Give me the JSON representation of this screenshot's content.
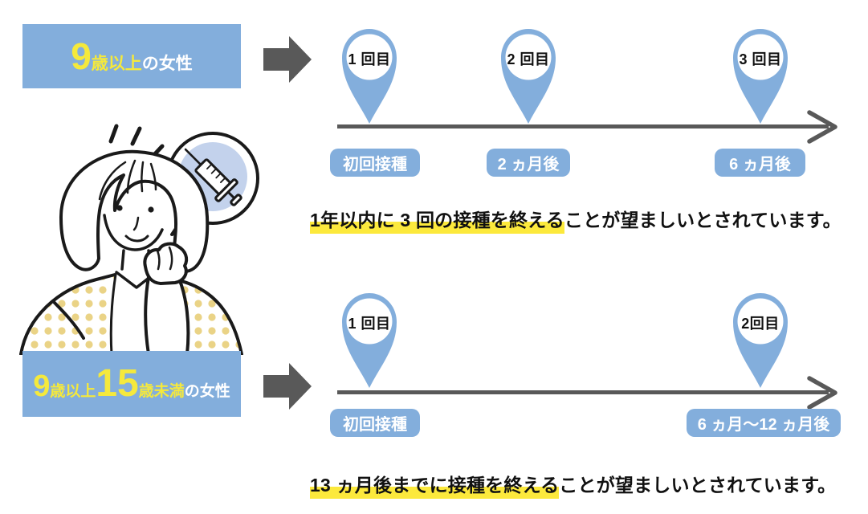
{
  "colors": {
    "accent_blue": "#83AEDC",
    "bubble_blue": "#C3D2EC",
    "label_yellow": "#F5E93C",
    "highlight_yellow": "#FCE93C",
    "arrow_gray": "#595959",
    "polka_dot_yellow": "#EAD386",
    "text_black": "#1a1a1a"
  },
  "icons": {
    "right_arrow": "block-arrow-right-icon",
    "timeline_arrowhead": "chevron-right-icon",
    "map_pin": "map-pin-icon",
    "syringe": "syringe-icon",
    "speech_bubble": "speech-bubble-icon"
  },
  "top": {
    "label": {
      "age": "9",
      "age_suffix": "歳以上",
      "gender": "の女性"
    },
    "pins": [
      {
        "label": "1 回目"
      },
      {
        "label": "2 回目"
      },
      {
        "label": "3 回目"
      }
    ],
    "badges": [
      {
        "label": "初回接種"
      },
      {
        "label": "2 ヵ月後"
      },
      {
        "label": "6 ヵ月後"
      }
    ],
    "note": {
      "highlight": "1年以内に 3 回の接種を終える",
      "rest": "ことが望ましいとされています。"
    }
  },
  "bottom": {
    "label": {
      "age1": "9",
      "age1_suffix": "歳以上",
      "age2": "15",
      "age2_suffix": "歳未満",
      "gender": "の女性"
    },
    "pins": [
      {
        "label": "1 回目"
      },
      {
        "label": "2回目"
      }
    ],
    "badges": [
      {
        "label": "初回接種"
      },
      {
        "label": "6 ヵ月〜12 ヵ月後"
      }
    ],
    "note": {
      "highlight": "13 ヵ月後までに接種を終える",
      "rest": "ことが望ましいとされています。"
    }
  }
}
